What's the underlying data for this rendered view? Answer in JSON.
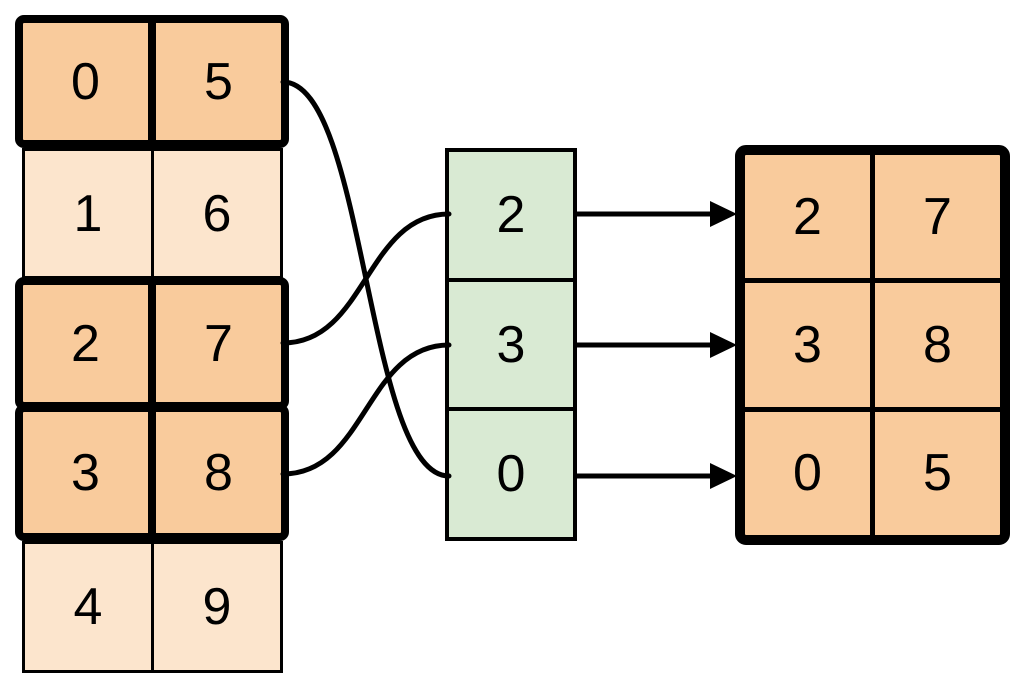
{
  "diagram": {
    "description": "gather-by-index diagram",
    "source_table": {
      "rows": [
        {
          "cells": [
            "0",
            "5"
          ],
          "highlighted": true
        },
        {
          "cells": [
            "1",
            "6"
          ],
          "highlighted": false
        },
        {
          "cells": [
            "2",
            "7"
          ],
          "highlighted": true
        },
        {
          "cells": [
            "3",
            "8"
          ],
          "highlighted": true
        },
        {
          "cells": [
            "4",
            "9"
          ],
          "highlighted": false
        }
      ]
    },
    "index_column": {
      "cells": [
        "2",
        "3",
        "0"
      ]
    },
    "result_table": {
      "rows": [
        [
          "2",
          "7"
        ],
        [
          "3",
          "8"
        ],
        [
          "0",
          "5"
        ]
      ]
    },
    "connections": {
      "source_to_index": [
        {
          "from_source_row": "0",
          "to_index_cell": "0"
        },
        {
          "from_source_row": "2",
          "to_index_cell": "2"
        },
        {
          "from_source_row": "3",
          "to_index_cell": "3"
        }
      ],
      "index_to_result": [
        {
          "from_index_cell": "2",
          "to_result_row": "2,7"
        },
        {
          "from_index_cell": "3",
          "to_result_row": "3,8"
        },
        {
          "from_index_cell": "0",
          "to_result_row": "0,5"
        }
      ]
    },
    "colors": {
      "highlight_fill": "#f9cb9c",
      "light_fill": "#fce5cd",
      "index_fill": "#d9ead3",
      "stroke": "#000000",
      "background": "#ffffff"
    }
  }
}
